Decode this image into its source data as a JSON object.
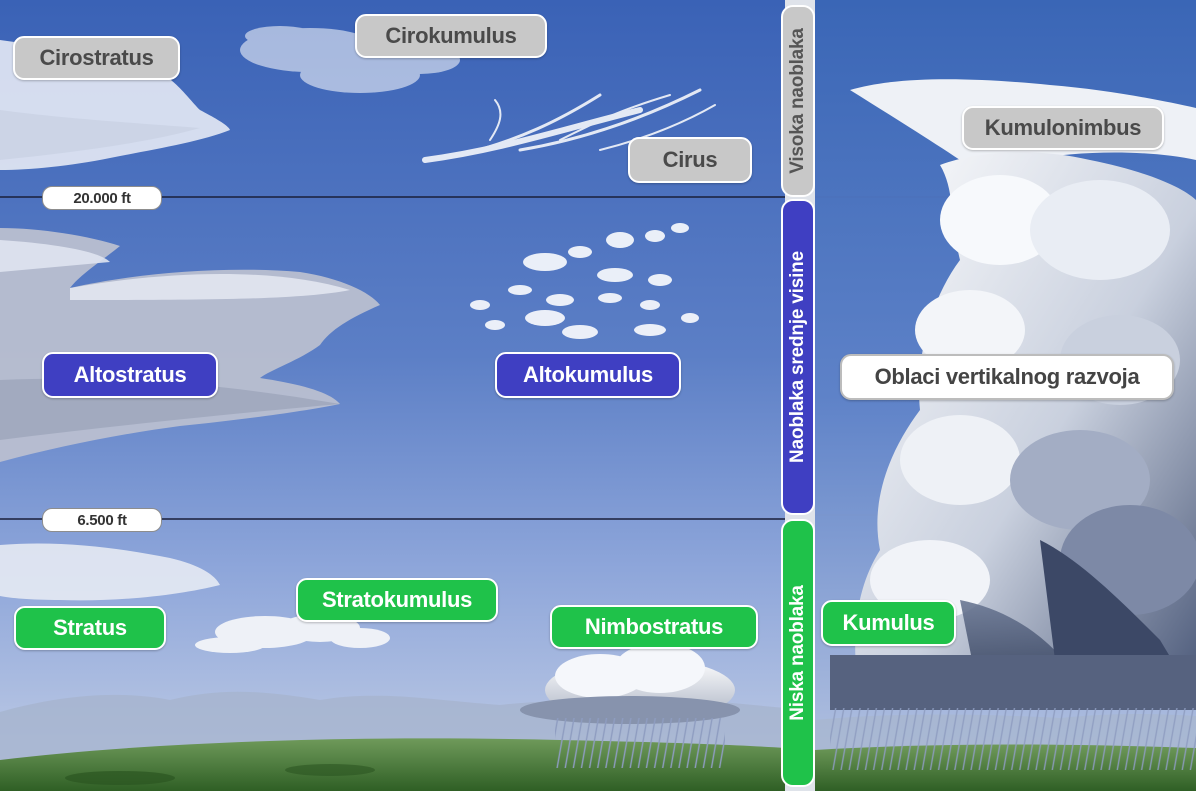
{
  "altitude_markers": [
    "20.000 ft",
    "6.500 ft"
  ],
  "bands": {
    "high": "Visoka naoblaka",
    "mid": "Naoblaka srednje visine",
    "low": "Niska naoblaka"
  },
  "clouds": {
    "cirostratus": "Cirostratus",
    "cirokumulus": "Cirokumulus",
    "cirus": "Cirus",
    "altostratus": "Altostratus",
    "altokumulus": "Altokumulus",
    "stratus": "Stratus",
    "stratokumulus": "Stratokumulus",
    "nimbostratus": "Nimbostratus",
    "kumulus": "Kumulus",
    "kumulonimbus": "Kumulonimbus"
  },
  "vertical_group": "Oblaci vertikalnog razvoja",
  "colors": {
    "high": "#c8c8c8",
    "mid": "#3f3fc2",
    "low": "#1fc24a",
    "sky_top": "#3b62b4",
    "ground": "#3f7a34"
  }
}
